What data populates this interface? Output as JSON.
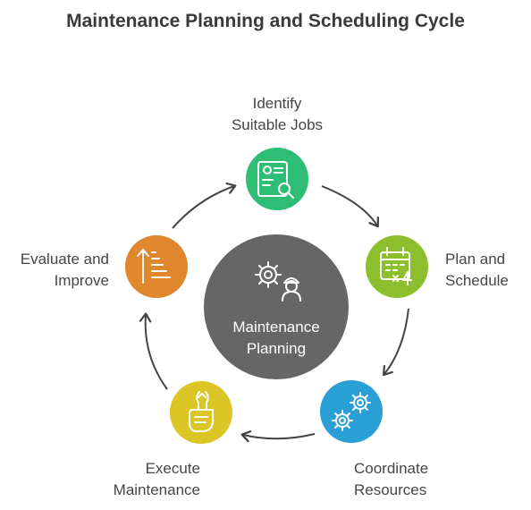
{
  "title": "Maintenance Planning and Scheduling Cycle",
  "center": {
    "line1": "Maintenance",
    "line2": "Planning",
    "color": "#666666",
    "icon": "gear-worker-icon"
  },
  "steps": [
    {
      "line1": "Identify",
      "line2": "Suitable Jobs",
      "color": "#2dbd74",
      "icon": "document-search-icon"
    },
    {
      "line1": "Plan and",
      "line2": "Schedule",
      "color": "#8bbf2e",
      "icon": "calendar-icon"
    },
    {
      "line1": "Coordinate",
      "line2": "Resources",
      "color": "#2a9fd6",
      "icon": "gears-icon"
    },
    {
      "line1": "Execute",
      "line2": "Maintenance",
      "color": "#dcc626",
      "icon": "hand-wrench-icon"
    },
    {
      "line1": "Evaluate and",
      "line2": "Improve",
      "color": "#e0862d",
      "icon": "ascending-bars-icon"
    }
  ]
}
